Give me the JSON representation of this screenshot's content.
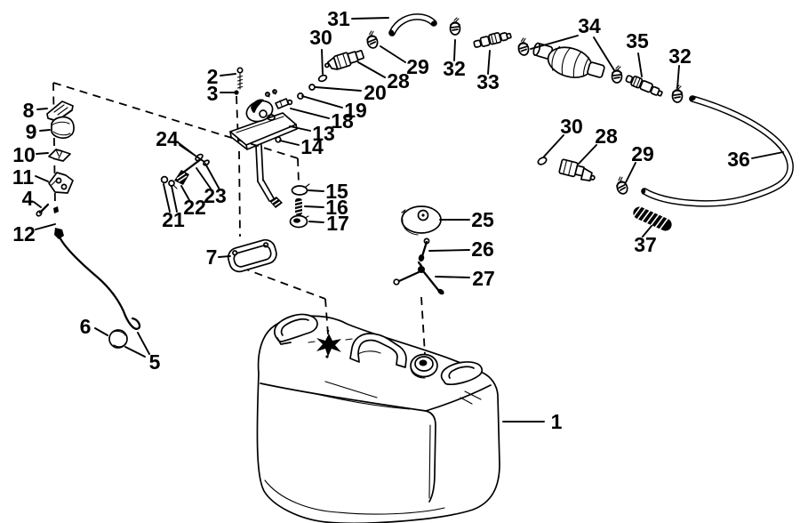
{
  "figure": {
    "background_color": "#ffffff",
    "ink_color": "#000000",
    "callout_count": 41
  },
  "callouts": [
    {
      "text": "1"
    },
    {
      "text": "2"
    },
    {
      "text": "3"
    },
    {
      "text": "4"
    },
    {
      "text": "5"
    },
    {
      "text": "6"
    },
    {
      "text": "7"
    },
    {
      "text": "8"
    },
    {
      "text": "9"
    },
    {
      "text": "10"
    },
    {
      "text": "11"
    },
    {
      "text": "12"
    },
    {
      "text": "13"
    },
    {
      "text": "14"
    },
    {
      "text": "15"
    },
    {
      "text": "16"
    },
    {
      "text": "17"
    },
    {
      "text": "18"
    },
    {
      "text": "19"
    },
    {
      "text": "20"
    },
    {
      "text": "21"
    },
    {
      "text": "22"
    },
    {
      "text": "23"
    },
    {
      "text": "24"
    },
    {
      "text": "25"
    },
    {
      "text": "26"
    },
    {
      "text": "27"
    },
    {
      "text": "28"
    },
    {
      "text": "29"
    },
    {
      "text": "30"
    },
    {
      "text": "31"
    },
    {
      "text": "32"
    },
    {
      "text": "33"
    },
    {
      "text": "34"
    },
    {
      "text": "35"
    },
    {
      "text": "32"
    },
    {
      "text": "36"
    },
    {
      "text": "30"
    },
    {
      "text": "28"
    },
    {
      "text": "29"
    },
    {
      "text": "37"
    }
  ]
}
